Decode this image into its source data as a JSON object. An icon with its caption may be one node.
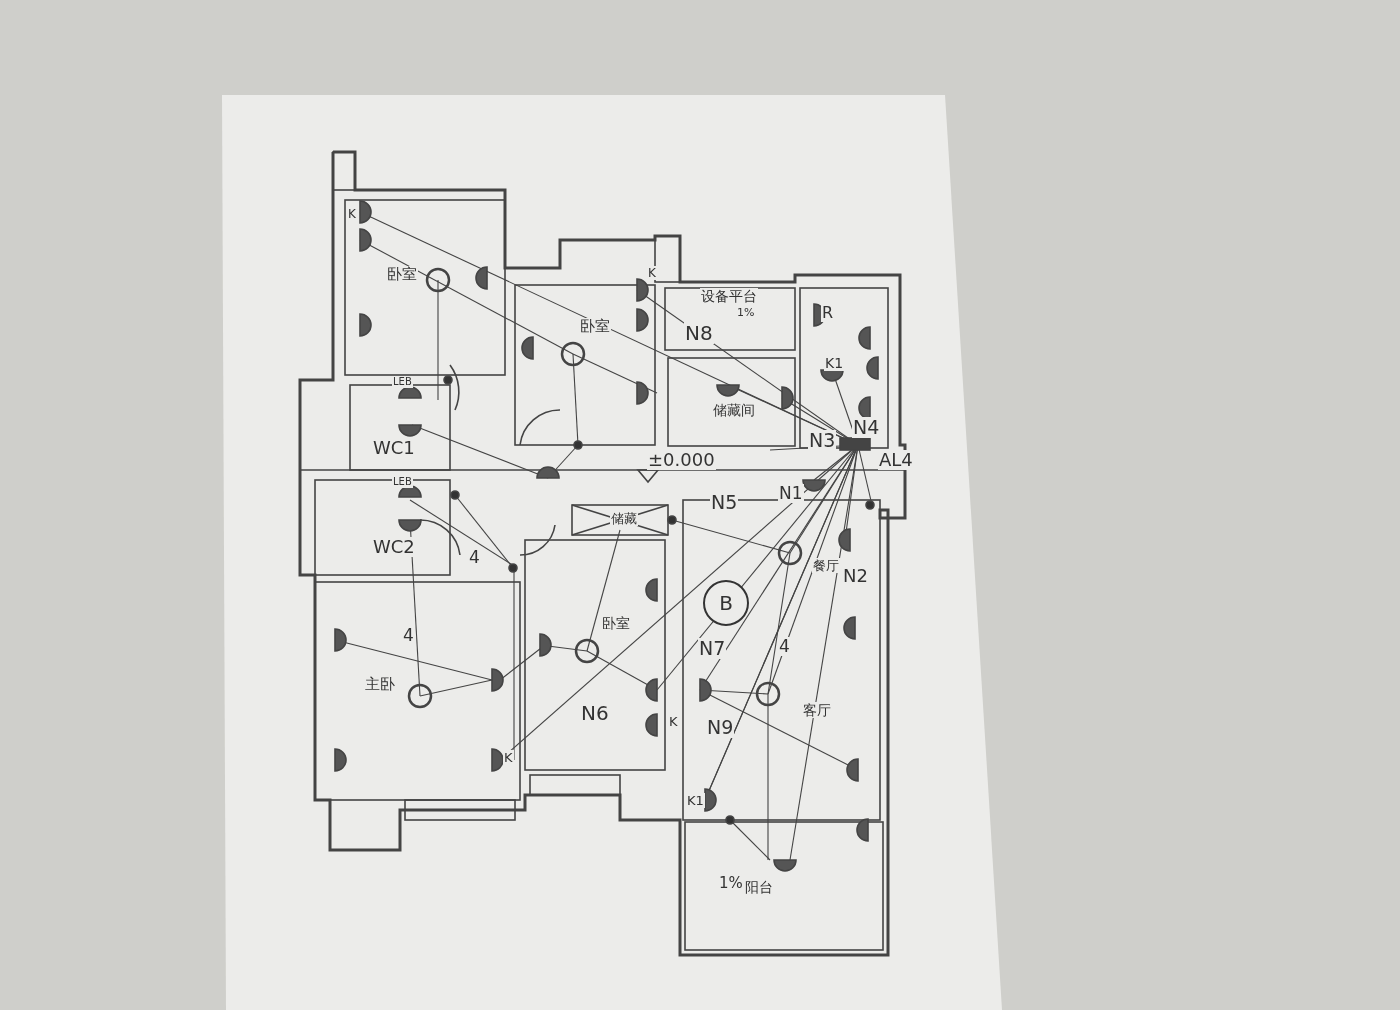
{
  "diagram": {
    "nodes": [
      {
        "text": [
          "B"
        ]
      }
    ],
    "labels": [
      "K",
      "卧室",
      "K",
      "设备平台",
      "1%",
      "R",
      "卧室",
      "N8",
      "K1",
      "LEB",
      "储藏间",
      "N4",
      "WC1",
      "N3",
      "±0.000",
      "AL4",
      "LEB",
      "N1",
      "N5",
      "储藏",
      "WC2",
      "4",
      "餐厅",
      "N2",
      "卧室",
      "4",
      "N7",
      "4",
      "主卧",
      "N6",
      "K",
      "N9",
      "客厅",
      "K",
      "K1",
      "1%",
      "阳台"
    ]
  }
}
